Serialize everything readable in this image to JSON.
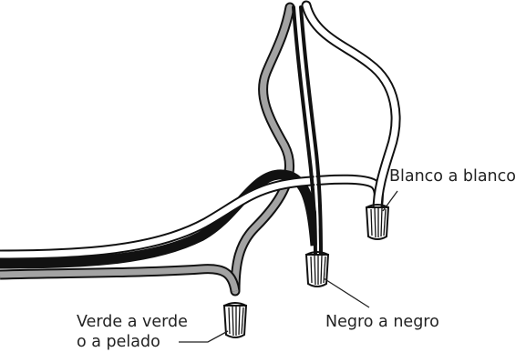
{
  "labels": {
    "white": "Blanco a blanco",
    "black": "Negro a negro",
    "green_line1": "Verde a verde",
    "green_line2": "o a pelado"
  },
  "colors": {
    "background": "#ffffff",
    "outline": "#111111",
    "gray_wire": "#a3a3a3",
    "white_wire": "#ffffff",
    "black_wire": "#111111",
    "connector_fill": "#ffffff",
    "text": "#222222"
  },
  "connectors": [
    "wire-nut-white",
    "wire-nut-black",
    "wire-nut-ground"
  ],
  "icons": [
    "wire-nut-icon",
    "wire-nut-icon",
    "wire-nut-icon"
  ]
}
